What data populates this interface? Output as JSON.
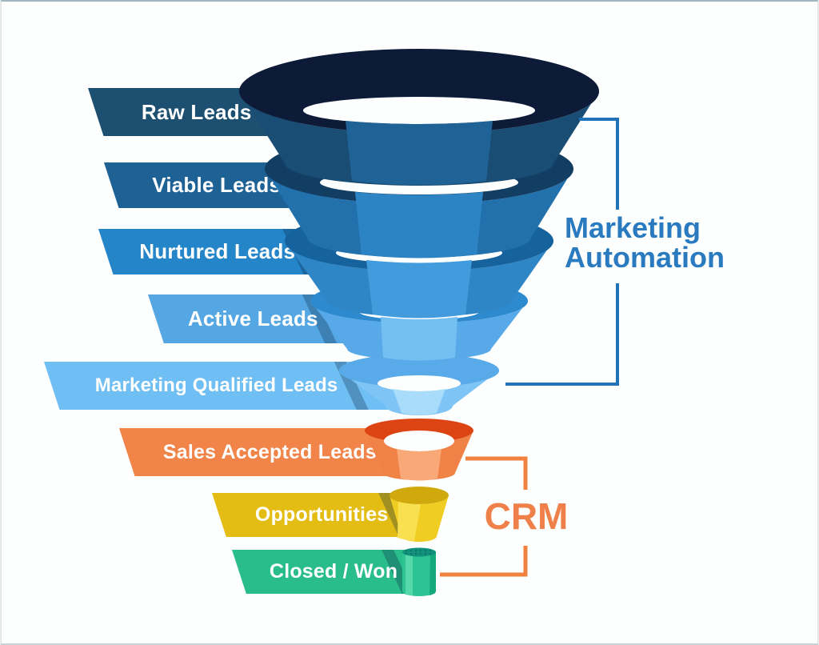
{
  "canvas": {
    "background": "#fdfefe",
    "border_color": "#9fb6c0"
  },
  "funnel": {
    "stages": [
      {
        "label": "Raw Leads",
        "banner_color": "#1d5070",
        "rim": "#0d1b38",
        "side": "#1a4d73",
        "front": "#1f6296"
      },
      {
        "label": "Viable Leads",
        "banner_color": "#1e6295",
        "rim": "#113e62",
        "side": "#2271ad",
        "front": "#2c84c5"
      },
      {
        "label": "Nurtured Leads",
        "banner_color": "#2585c9",
        "rim": "#15629c",
        "side": "#2e86c6",
        "front": "#429bdc"
      },
      {
        "label": "Active Leads",
        "banner_color": "#55a7e3",
        "rim": "#2e8ace",
        "side": "#58a9e8",
        "front": "#74bff2"
      },
      {
        "label": "Marketing Qualified Leads",
        "banner_color": "#70bff4",
        "rim": "#58abe8",
        "side": "#7ec4f4",
        "front": "#a8dcfa"
      },
      {
        "label": "Sales Accepted Leads",
        "banner_color": "#f08449",
        "rim": "#dc4413",
        "side": "#f08247",
        "front": "#f9a877"
      },
      {
        "label": "Opportunities",
        "banner_color": "#e3bd14",
        "rim": "#d0a90d",
        "side": "#f0cd22",
        "front": "#f8e050"
      },
      {
        "label": "Closed / Won",
        "banner_color": "#2abd8c",
        "rim": "#11917c",
        "side": "#2cc492",
        "front": "#55d9ab",
        "shade": "#16a87d"
      }
    ]
  },
  "annotations": {
    "marketing_automation": {
      "label": "Marketing Automation",
      "text_color": "#2a7ac0",
      "bracket_color": "#1f73b6"
    },
    "crm": {
      "label": "CRM",
      "text_color": "#ef8049",
      "bracket_color": "#f0813e"
    }
  }
}
